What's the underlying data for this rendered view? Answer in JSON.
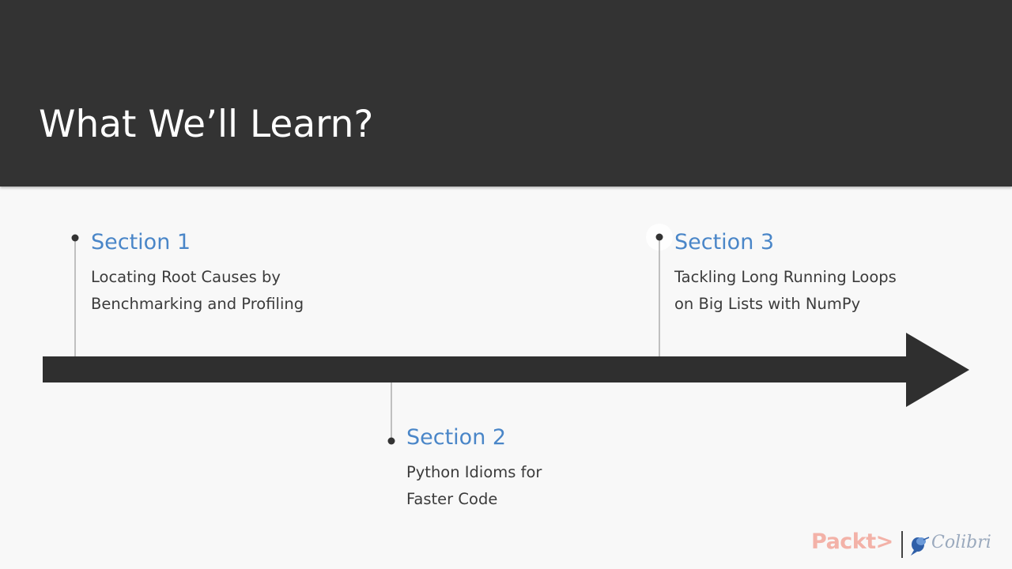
{
  "title": "What We’ll Learn?",
  "sections": [
    {
      "heading": "Section 1",
      "lines": [
        "Locating Root Causes by",
        "Benchmarking and Profiling"
      ]
    },
    {
      "heading": "Section 2",
      "lines": [
        "Python Idioms for",
        "Faster Code"
      ]
    },
    {
      "heading": "Section 3",
      "lines": [
        "Tackling Long Running Loops",
        "on Big Lists with NumPy"
      ]
    }
  ],
  "branding": {
    "publisher": "Packt>",
    "partner": "Colibri"
  },
  "colors": {
    "header_bg": "#333333",
    "heading_blue": "#4a86c8",
    "arrow": "#2f2f2f",
    "packt_logo": "#f3b2a8"
  }
}
